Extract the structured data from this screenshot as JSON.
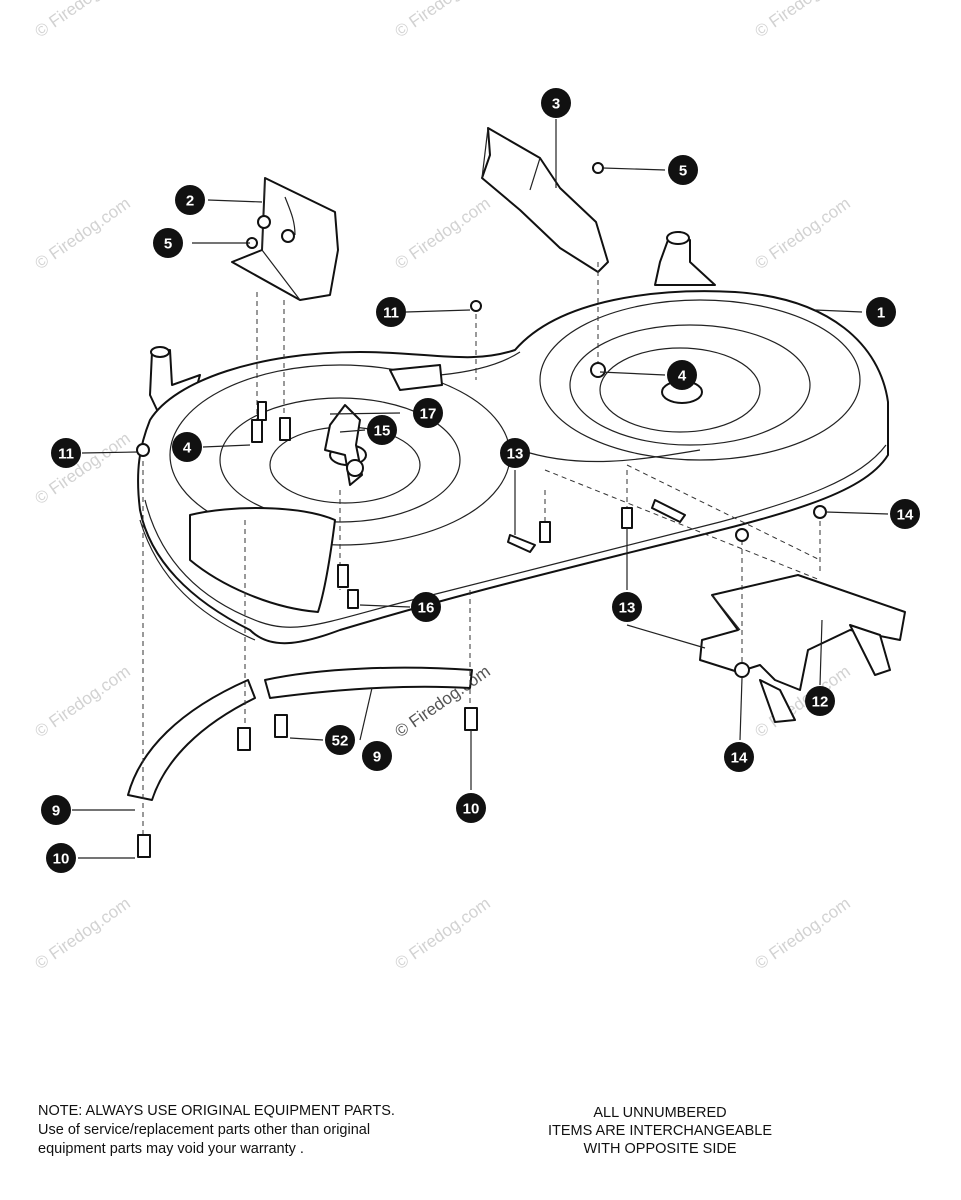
{
  "watermark": "© Firedog.com",
  "callouts": [
    {
      "label": "1"
    },
    {
      "label": "2"
    },
    {
      "label": "3"
    },
    {
      "label": "4"
    },
    {
      "label": "4"
    },
    {
      "label": "5"
    },
    {
      "label": "5"
    },
    {
      "label": "9"
    },
    {
      "label": "9"
    },
    {
      "label": "10"
    },
    {
      "label": "10"
    },
    {
      "label": "11"
    },
    {
      "label": "11"
    },
    {
      "label": "12"
    },
    {
      "label": "13"
    },
    {
      "label": "13"
    },
    {
      "label": "14"
    },
    {
      "label": "14"
    },
    {
      "label": "15"
    },
    {
      "label": "16"
    },
    {
      "label": "17"
    },
    {
      "label": "52"
    }
  ],
  "notes": {
    "left_line1": "NOTE: ALWAYS USE ORIGINAL EQUIPMENT PARTS.",
    "left_line2": "Use of service/replacement parts other than original",
    "left_line3": "equipment parts may void your warranty .",
    "right_line1": "ALL UNNUMBERED",
    "right_line2": "ITEMS ARE INTERCHANGEABLE",
    "right_line3": "WITH OPPOSITE SIDE"
  }
}
